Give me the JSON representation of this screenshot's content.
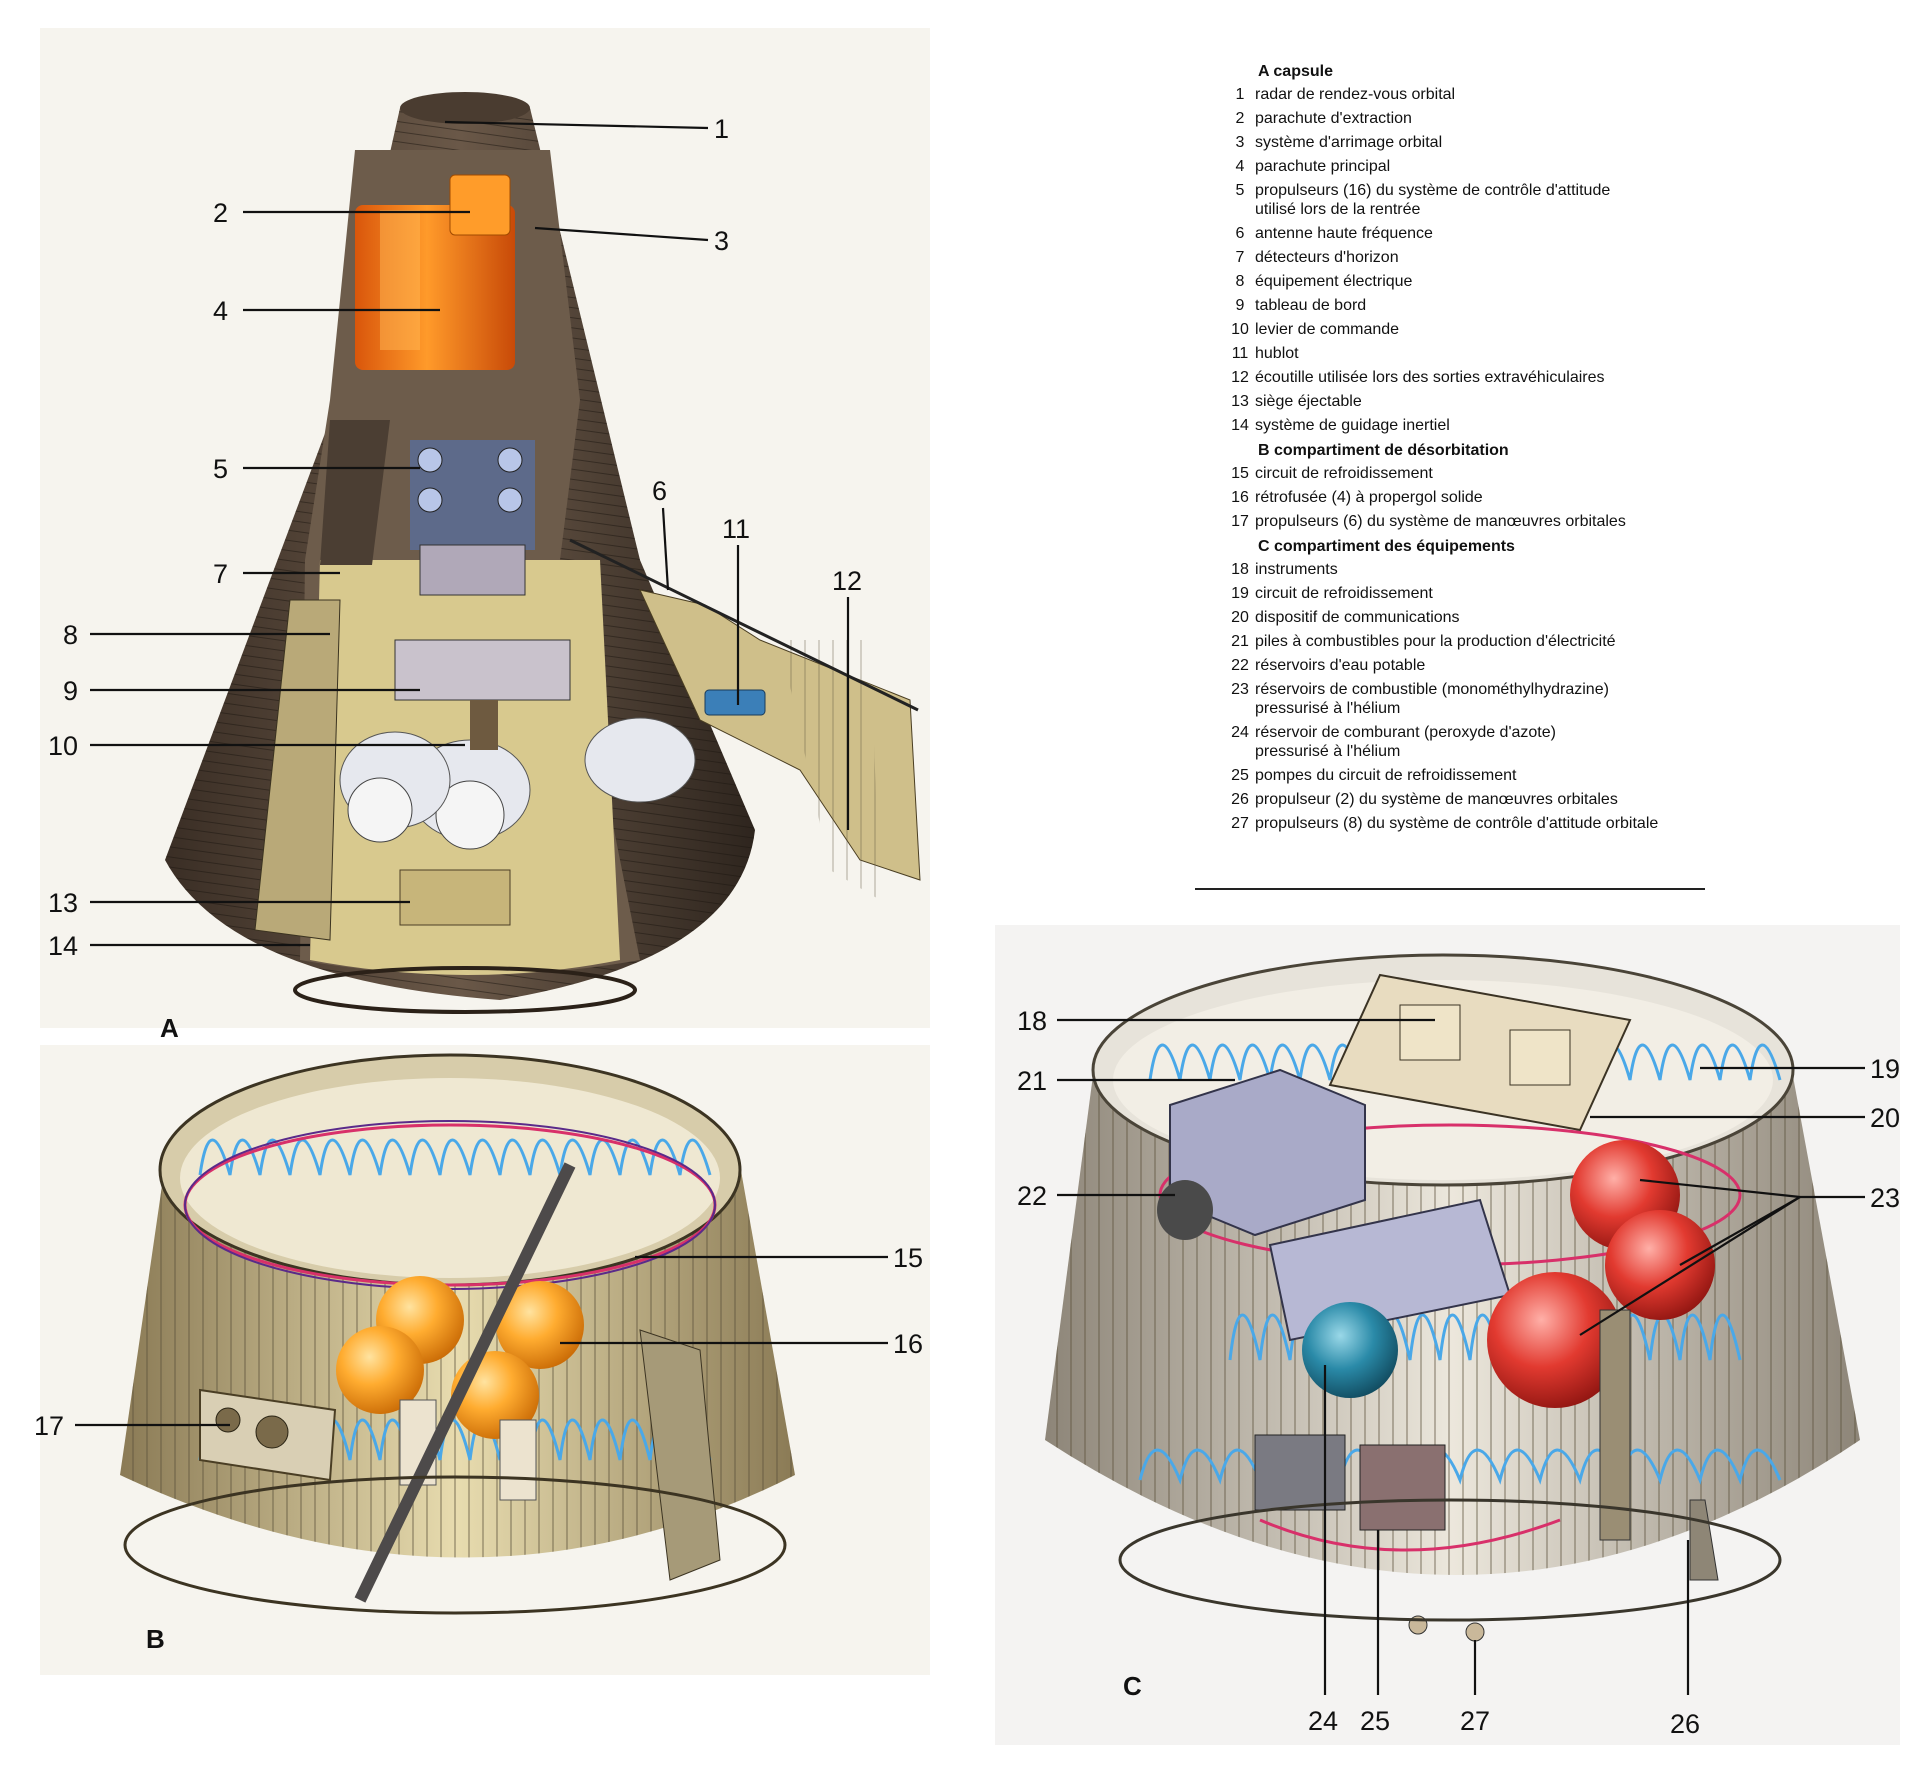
{
  "panels": {
    "A": {
      "letter": "A"
    },
    "B": {
      "letter": "B"
    },
    "C": {
      "letter": "C"
    }
  },
  "callouts": [
    "1",
    "2",
    "3",
    "4",
    "5",
    "6",
    "7",
    "8",
    "9",
    "10",
    "11",
    "12",
    "13",
    "14",
    "15",
    "16",
    "17",
    "18",
    "19",
    "20",
    "21",
    "22",
    "23",
    "24",
    "25",
    "26",
    "27"
  ],
  "legend": {
    "groups": [
      {
        "title": "A  capsule",
        "items": [
          {
            "num": "1",
            "text": "radar de rendez-vous orbital"
          },
          {
            "num": "2",
            "text": "parachute d'extraction"
          },
          {
            "num": "3",
            "text": "système d'arrimage orbital"
          },
          {
            "num": "4",
            "text": "parachute principal"
          },
          {
            "num": "5",
            "text": "propulseurs (16) du système de contrôle d'attitude\nutilisé lors de la rentrée"
          },
          {
            "num": "6",
            "text": "antenne haute fréquence"
          },
          {
            "num": "7",
            "text": "détecteurs d'horizon"
          },
          {
            "num": "8",
            "text": "équipement électrique"
          },
          {
            "num": "9",
            "text": "tableau de bord"
          },
          {
            "num": "10",
            "text": "levier de commande"
          },
          {
            "num": "11",
            "text": "hublot"
          },
          {
            "num": "12",
            "text": "écoutille utilisée lors des sorties extravéhiculaires"
          },
          {
            "num": "13",
            "text": "siège éjectable"
          },
          {
            "num": "14",
            "text": "système de guidage inertiel"
          }
        ]
      },
      {
        "title": "B  compartiment de désorbitation",
        "items": [
          {
            "num": "15",
            "text": "circuit de refroidissement"
          },
          {
            "num": "16",
            "text": "rétrofusée (4) à propergol solide"
          },
          {
            "num": "17",
            "text": "propulseurs (6) du système de manœuvres orbitales"
          }
        ]
      },
      {
        "title": "C  compartiment des équipements",
        "items": [
          {
            "num": "18",
            "text": "instruments"
          },
          {
            "num": "19",
            "text": "circuit de refroidissement"
          },
          {
            "num": "20",
            "text": "dispositif de communications"
          },
          {
            "num": "21",
            "text": "piles à combustibles pour la production d'électricité"
          },
          {
            "num": "22",
            "text": "réservoirs d'eau potable"
          },
          {
            "num": "23",
            "text": "réservoirs de combustible (monométhylhydrazine)\npressurisé à l'hélium"
          },
          {
            "num": "24",
            "text": "réservoir de comburant (peroxyde d'azote)\npressurisé à l'hélium"
          },
          {
            "num": "25",
            "text": "pompes du circuit de refroidissement"
          },
          {
            "num": "26",
            "text": "propulseur (2) du système de manœuvres orbitales"
          },
          {
            "num": "27",
            "text": "propulseurs (8) du système de contrôle d'attitude orbitale"
          }
        ]
      }
    ]
  }
}
